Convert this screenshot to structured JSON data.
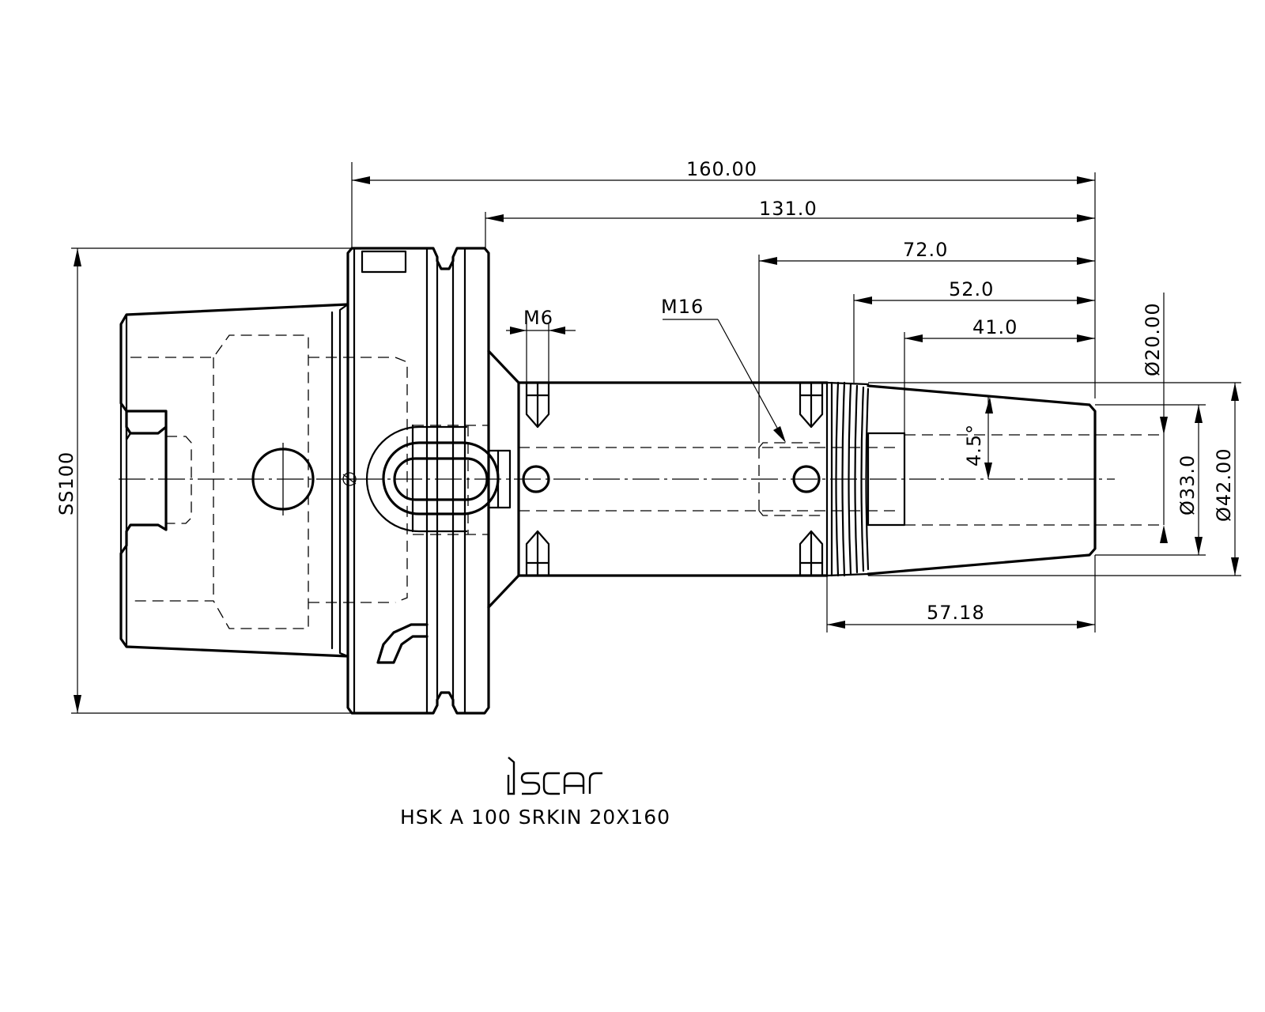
{
  "dimensions": {
    "overall_length": "160.00",
    "length_131": "131.0",
    "length_72": "72.0",
    "length_52": "52.0",
    "length_41": "41.0",
    "length_57": "57.18",
    "flange_size": "SS100",
    "dia_20": "Ø20.00",
    "dia_33": "Ø33.0",
    "dia_42": "Ø42.00",
    "taper_angle": "4.5°",
    "thread_m6": "M6",
    "thread_m16": "M16"
  },
  "logo": {
    "brand": "iscar"
  },
  "product_code": "HSK A 100 SRKIN 20X160"
}
